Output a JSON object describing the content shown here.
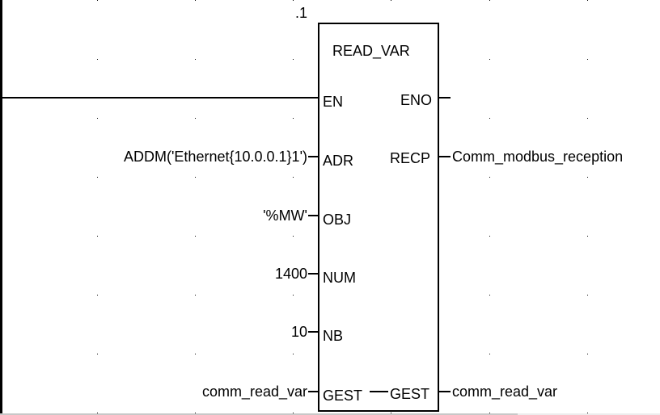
{
  "diagram": {
    "type": "function-block-diagram",
    "block": {
      "instance": ".1",
      "name": "READ_VAR",
      "inputs": [
        {
          "pin": "EN",
          "value": ""
        },
        {
          "pin": "ADR",
          "value": "ADDM('Ethernet{10.0.0.1}1')"
        },
        {
          "pin": "OBJ",
          "value": "'%MW'"
        },
        {
          "pin": "NUM",
          "value": "1400"
        },
        {
          "pin": "NB",
          "value": "10"
        },
        {
          "pin": "GEST",
          "value": "comm_read_var"
        }
      ],
      "outputs": [
        {
          "pin": "ENO",
          "value": ""
        },
        {
          "pin": "RECP",
          "value": "Comm_modbus_reception"
        },
        {
          "pin": "GEST",
          "value": "comm_read_var"
        }
      ]
    },
    "colors": {
      "line": "#000000",
      "background": "#ffffff",
      "grid_dot": "#000000"
    }
  }
}
